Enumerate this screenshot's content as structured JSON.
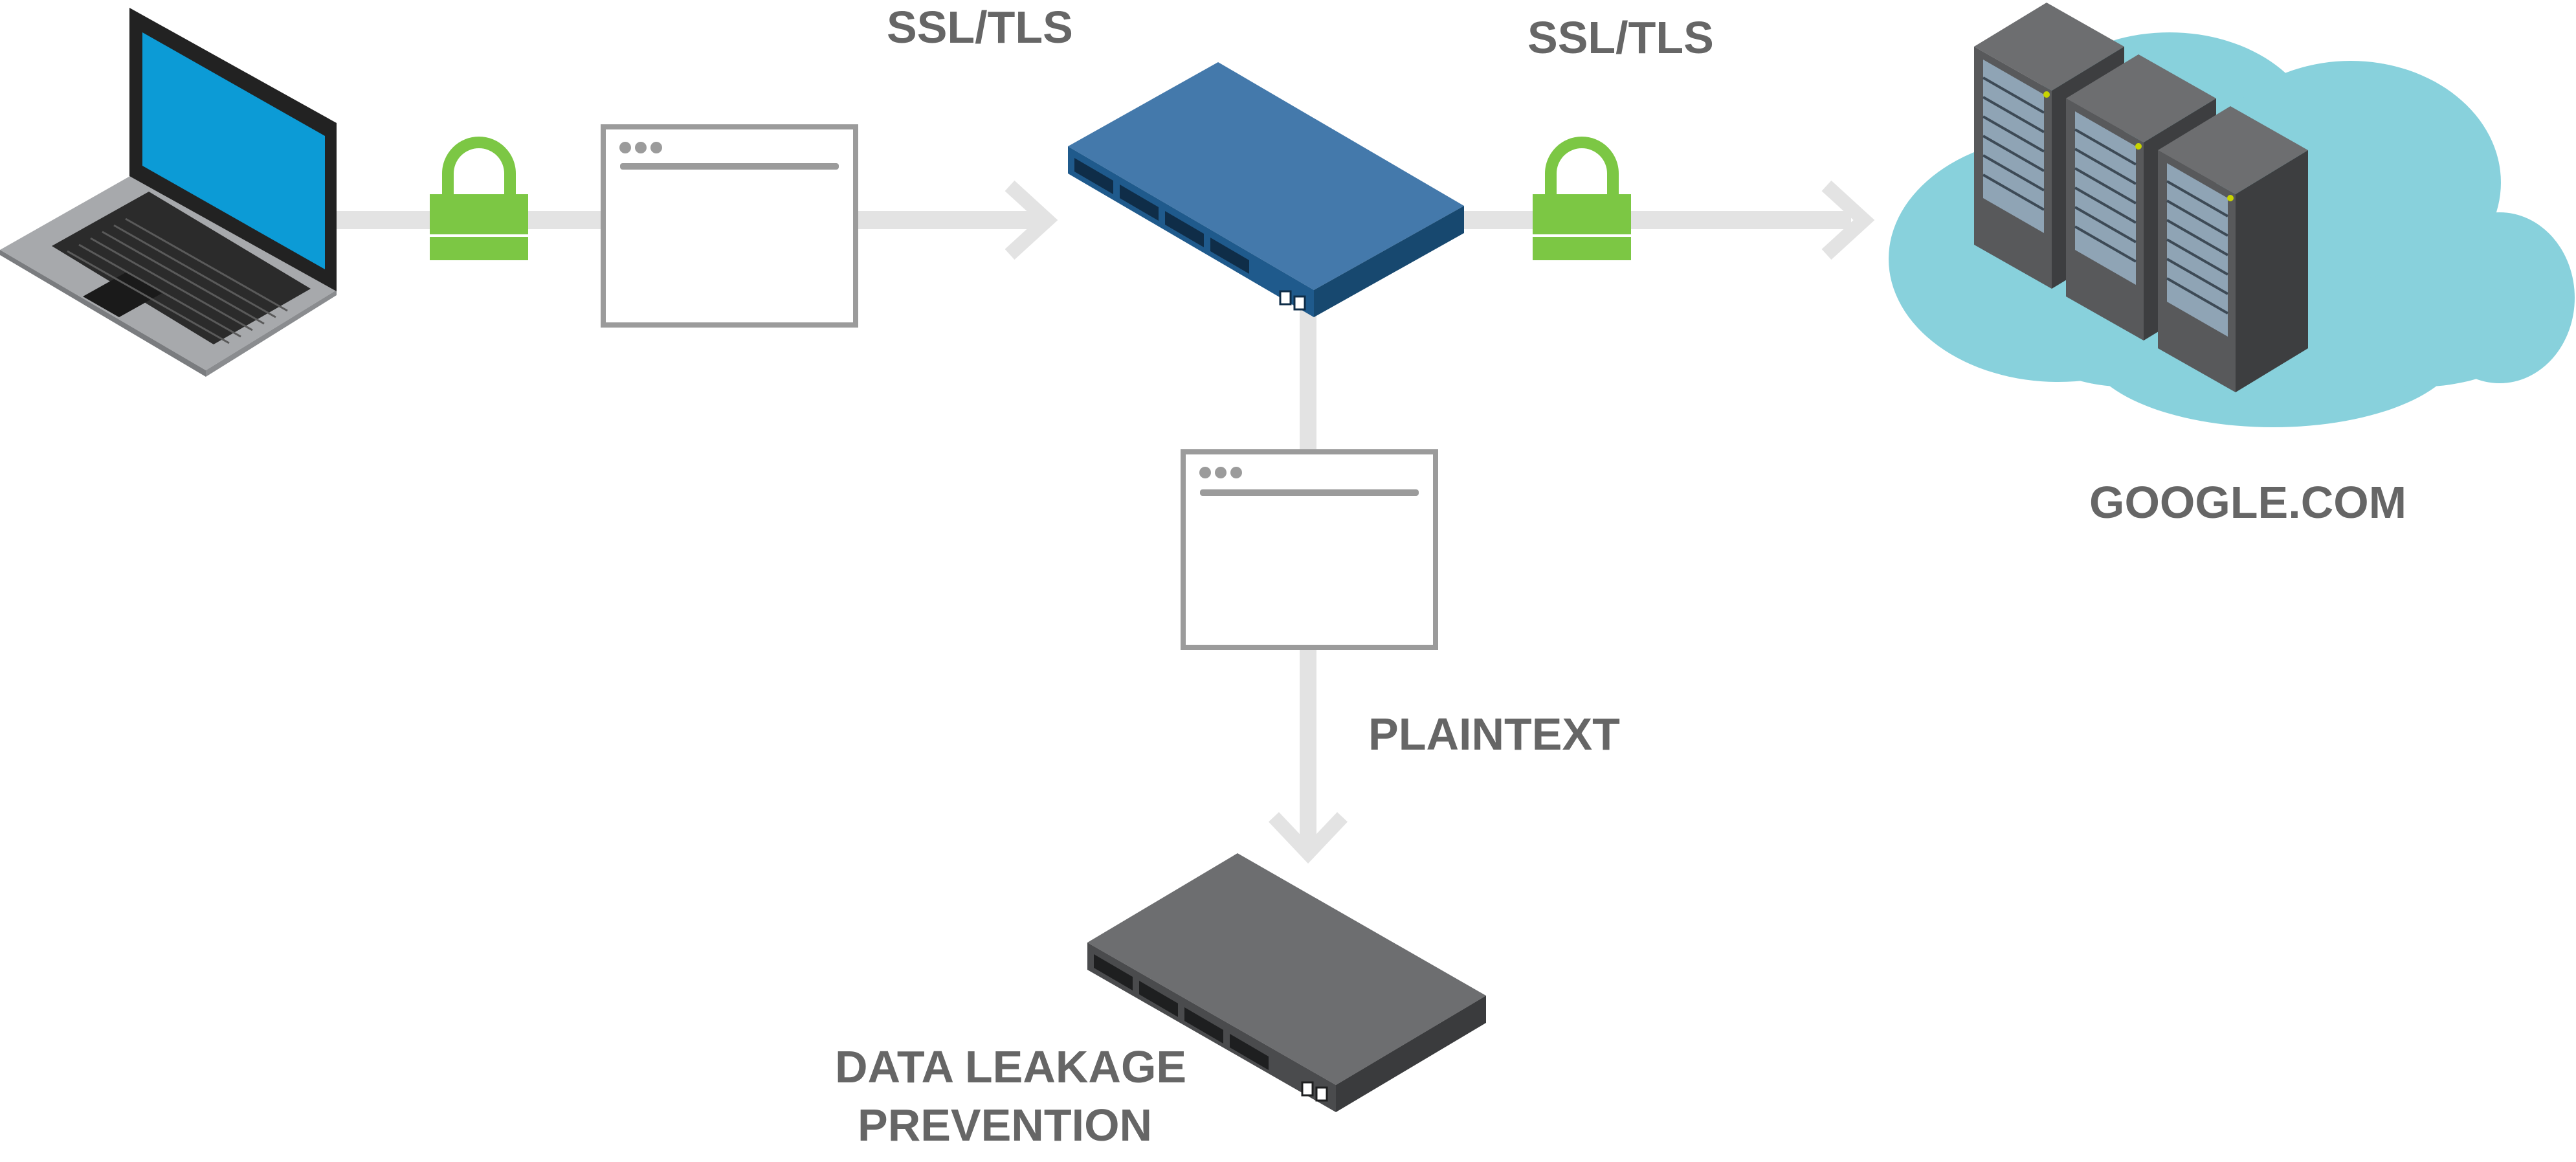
{
  "labels": {
    "ssl_tls_left": "SSL/TLS",
    "ssl_tls_right": "SSL/TLS",
    "destination": "GOOGLE.COM",
    "plaintext": "PLAINTEXT",
    "dlp_line1": "DATA LEAKAGE",
    "dlp_line2": "PREVENTION"
  },
  "colors": {
    "label_text": "#666666",
    "connector": "#e3e3e3",
    "lock": "#7cc744",
    "laptop_screen": "#0c9bd6",
    "decrypt_appliance": "#4479ab",
    "dlp_appliance": "#6d6e70",
    "cloud": "#88d1dc",
    "server": "#58595b",
    "document_frame": "#9b9b9b"
  },
  "icons": [
    "laptop-icon",
    "lock-icon",
    "browser-window-icon",
    "network-appliance-icon",
    "cloud-icon",
    "server-rack-icon"
  ]
}
